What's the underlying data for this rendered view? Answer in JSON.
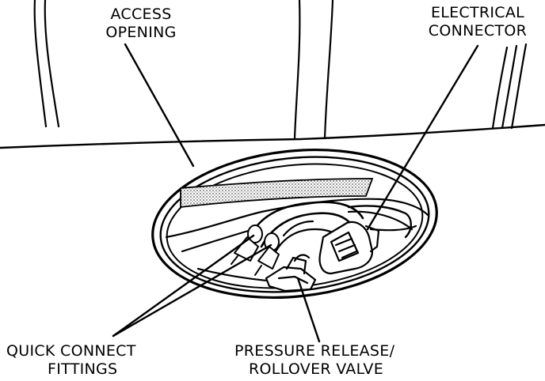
{
  "labels": {
    "access_opening": [
      "ACCESS",
      "OPENING"
    ],
    "electrical_connector": [
      "ELECTRICAL",
      "CONNECTOR"
    ],
    "quick_connect_fittings": [
      "QUICK CONNECT",
      "FITTINGS"
    ],
    "pressure_release_valve": [
      "PRESSURE RELEASE/",
      "ROLLOVER VALVE"
    ]
  },
  "colors": {
    "ink": "#000000",
    "background": "#ffffff",
    "shade": "#9a9a9a"
  }
}
